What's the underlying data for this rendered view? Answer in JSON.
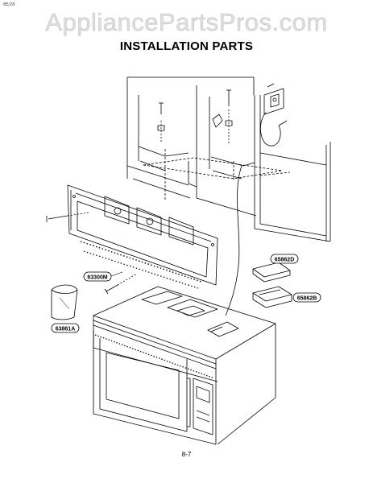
{
  "corner_mark": "8E/28",
  "watermark": "AppliancePartsPros.com",
  "title": "INSTALLATION PARTS",
  "page_number": "8-7",
  "callouts": {
    "part_65862D": "65862D",
    "part_63300M": "63300M",
    "part_65862B": "65862B",
    "part_63861A": "63861A"
  },
  "colors": {
    "line": "#000000",
    "watermark": "#dedede",
    "background": "#ffffff"
  }
}
